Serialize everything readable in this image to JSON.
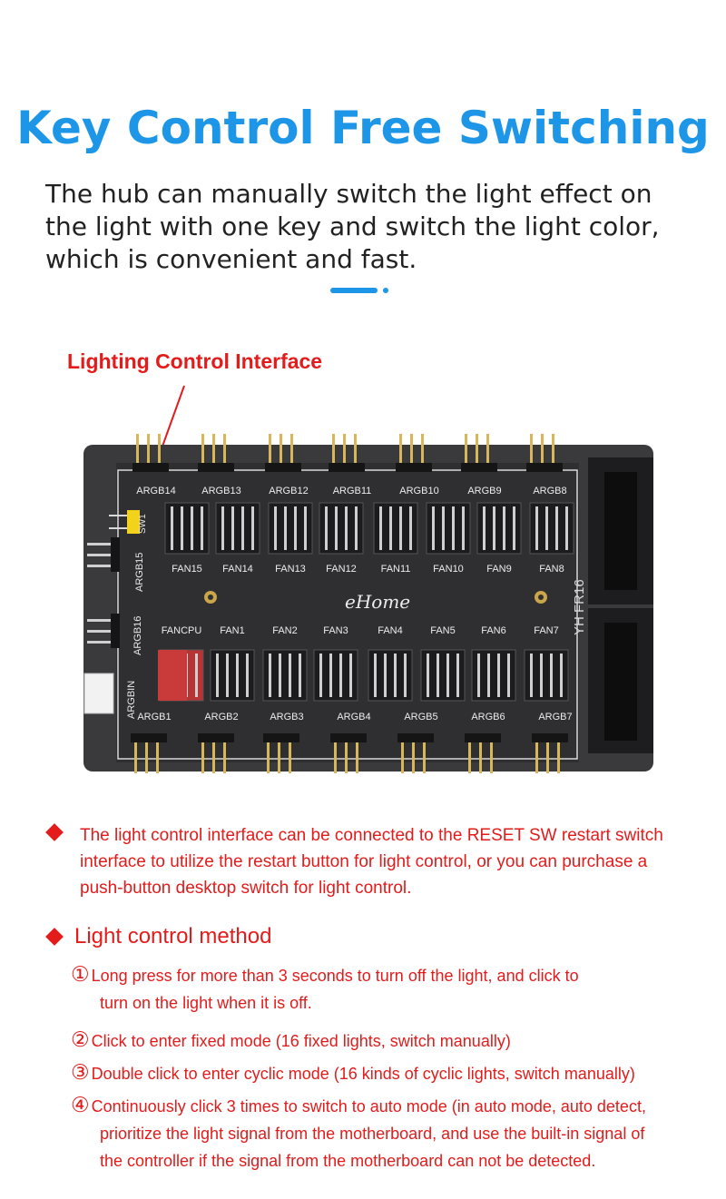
{
  "header": {
    "title": "Key Control Free Switching",
    "subtitle": "The hub can manually switch the light effect on the light with one key and switch the light color, which is convenient and fast."
  },
  "callout": {
    "label": "Lighting Control Interface"
  },
  "board": {
    "top_labels": [
      "ARGB14",
      "ARGB13",
      "ARGB12",
      "ARGB11",
      "ARGB10",
      "ARGB9",
      "ARGB8"
    ],
    "fan_top_labels": [
      "FAN15",
      "FAN14",
      "FAN13",
      "FAN12",
      "FAN11",
      "FAN10",
      "FAN9",
      "FAN8"
    ],
    "fan_bottom_labels": [
      "FANCPU",
      "FAN1",
      "FAN2",
      "FAN3",
      "FAN4",
      "FAN5",
      "FAN6",
      "FAN7"
    ],
    "bottom_labels": [
      "ARGB1",
      "ARGB2",
      "ARGB3",
      "ARGB4",
      "ARGB5",
      "ARGB6",
      "ARGB7"
    ],
    "side_labels": [
      "ARGB15",
      "ARGB16",
      "ARGBIN"
    ],
    "switch_label": "SW1",
    "model_label": "YH FR16",
    "logo_text": "eHome",
    "colors": {
      "board": "#3a3a3c",
      "accent": "#1e96e8",
      "red": "#e31b1b"
    }
  },
  "notes": {
    "paragraph": "The light control interface can be connected to the RESET SW restart switch interface to utilize the restart button for light control, or you can purchase a push-button desktop switch for light control.",
    "method_title": "Light control method",
    "steps": [
      {
        "num": "①",
        "line1": "Long press for more than 3 seconds to turn off the light, and click to",
        "line2": "turn on the light when it is off."
      },
      {
        "num": "②",
        "line1": "Click to enter fixed mode (16 fixed lights, switch manually)",
        "line2": ""
      },
      {
        "num": "③",
        "line1": "Double click to enter cyclic mode (16 kinds of cyclic lights, switch manually)",
        "line2": ""
      },
      {
        "num": "④",
        "line1": "Continuously click 3 times to switch to auto mode (in auto mode, auto detect,",
        "line2": "prioritize the light signal from the motherboard, and use the built-in signal of",
        "line3": "the controller if the signal from the motherboard can not be detected."
      }
    ]
  }
}
